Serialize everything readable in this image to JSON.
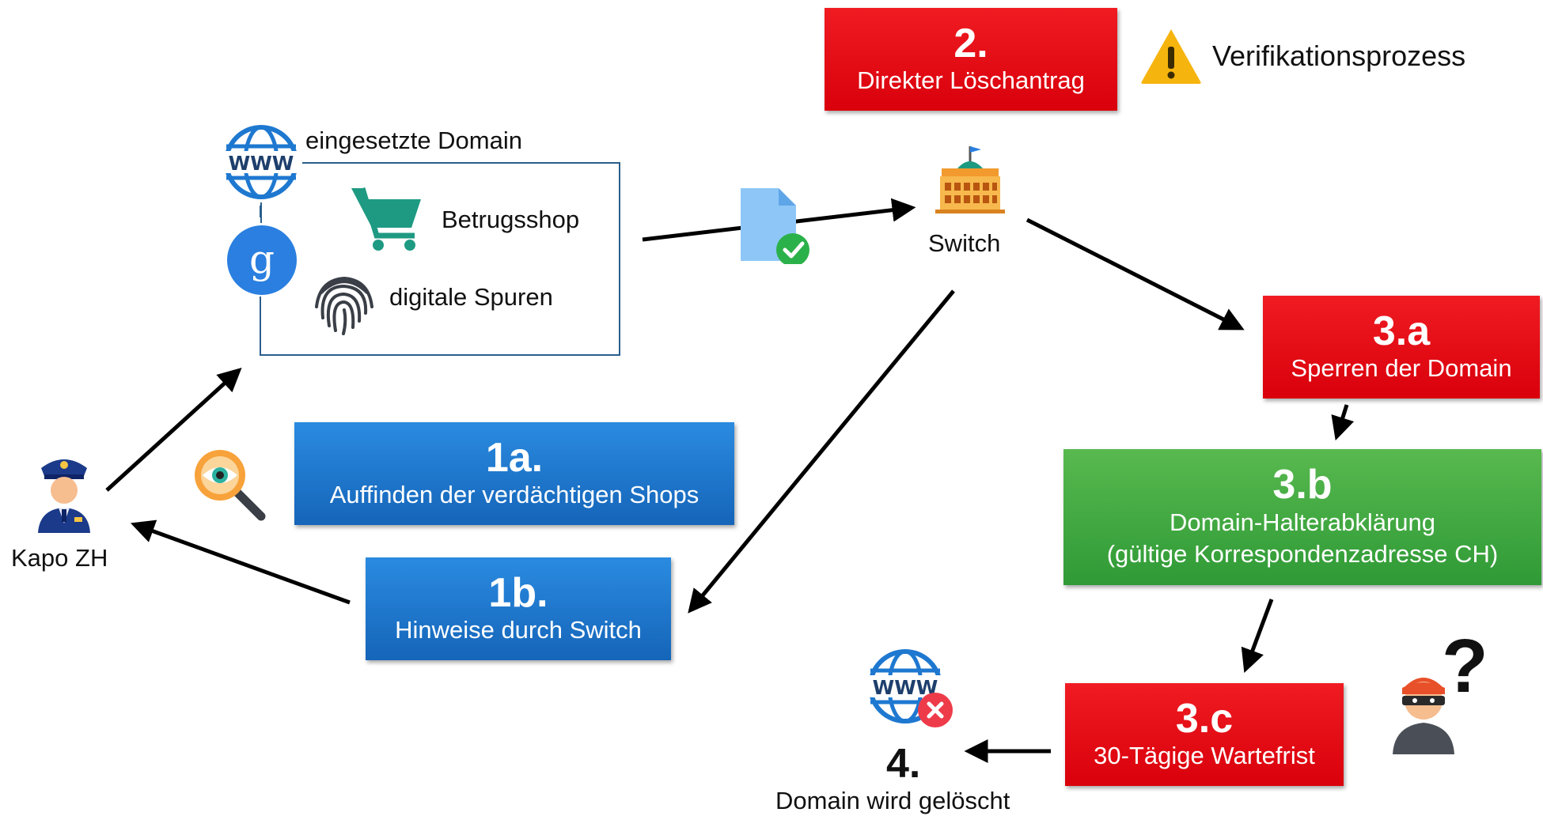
{
  "top": {
    "num": "2.",
    "label": "Direkter Löschantrag",
    "warning_label": "Verifikationsprozess"
  },
  "domain_group": {
    "header": "eingesetzte Domain",
    "shop": "Betrugsshop",
    "traces": "digitale Spuren"
  },
  "switch_label": "Switch",
  "police_label": "Kapo ZH",
  "box_1a": {
    "num": "1a.",
    "label": "Auffinden der verdächtigen Shops"
  },
  "box_1b": {
    "num": "1b.",
    "label": "Hinweise durch Switch"
  },
  "box_3a": {
    "num": "3.a",
    "label": "Sperren der Domain"
  },
  "box_3b": {
    "num": "3.b",
    "line1": "Domain-Halterabklärung",
    "line2": "(gültige Korrespondenzadresse CH)"
  },
  "box_3c": {
    "num": "3.c",
    "label": "30-Tägige Wartefrist"
  },
  "step4": {
    "num": "4.",
    "label": "Domain wird gelöscht"
  },
  "question_mark": "?",
  "colors": {
    "red": "#e8000f",
    "blue": "#1e78d0",
    "green": "#3fa83f",
    "frame": "#2a5e8c"
  }
}
